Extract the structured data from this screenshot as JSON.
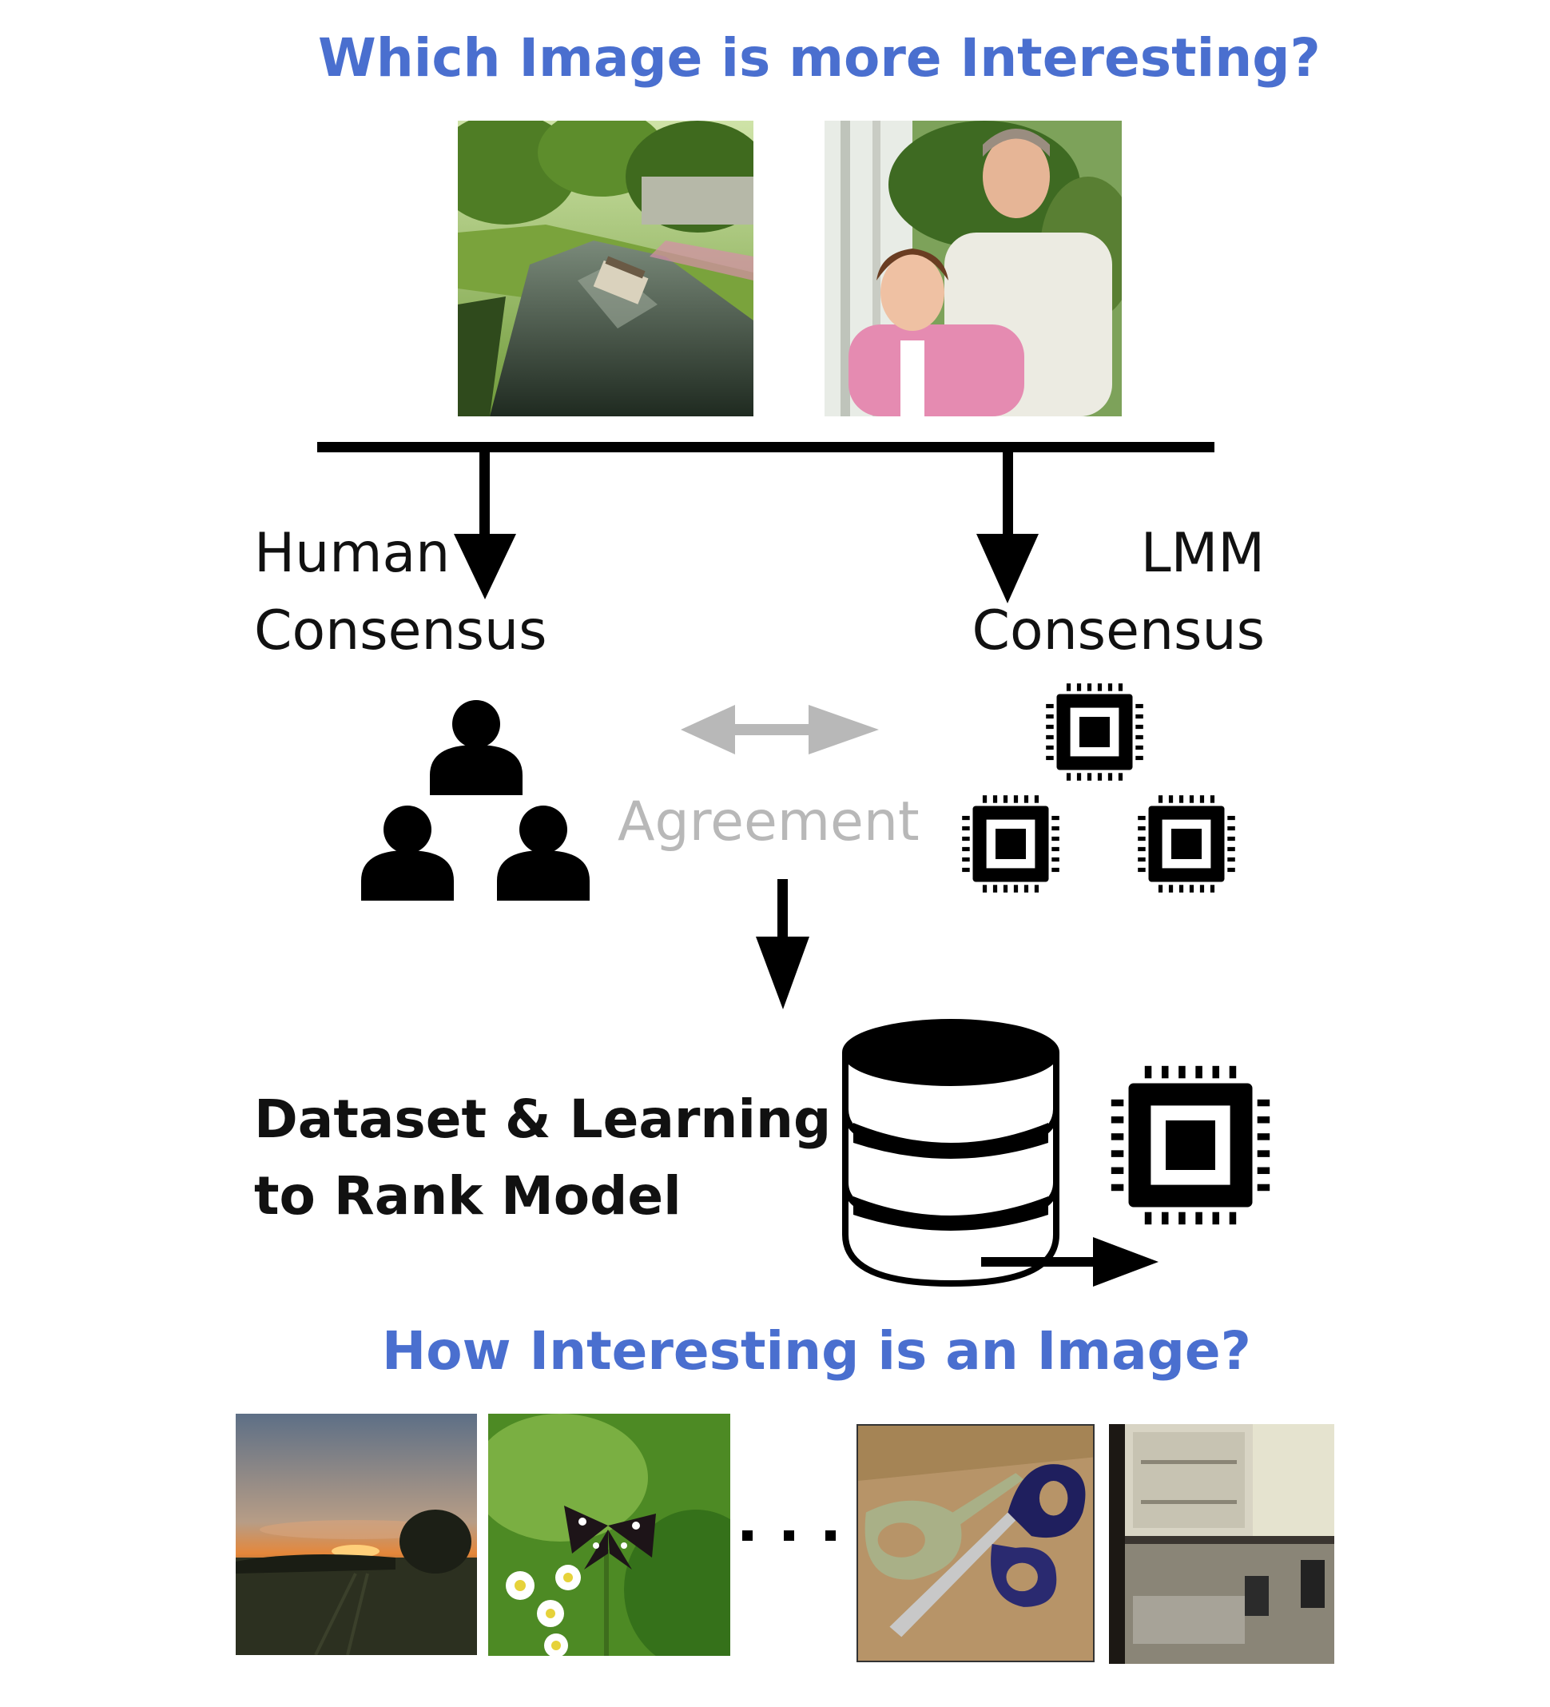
{
  "title_top": "Which Image is more Interesting?",
  "human_label": [
    "Human",
    "Consensus"
  ],
  "lmm_label": [
    "LMM",
    "Consensus"
  ],
  "agreement_label": "Agreement",
  "dataset_label": [
    "Dataset & Learning",
    "to Rank Model"
  ],
  "title_bottom": "How Interesting is an Image?",
  "ellipsis": ". . . .",
  "colors": {
    "title_blue": "#4a6fcf",
    "agreement_gray": "#b8b8b8",
    "ink": "#000000"
  }
}
